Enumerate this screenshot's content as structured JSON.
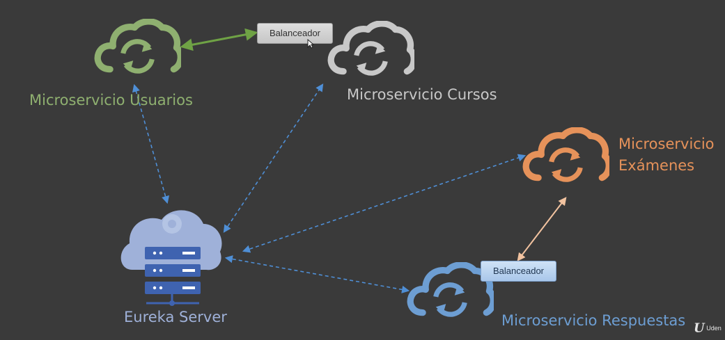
{
  "colors": {
    "background": "#3a3a3a",
    "usuarios": "#8fb070",
    "cursos": "#c8c8c8",
    "examenes": "#e6925a",
    "respuestas": "#6d9ed3",
    "eureka": "#9fb1d9",
    "eureka_server_rack": "#3f63b0",
    "dashed_link": "#4f8fd6",
    "link_usuarios_cursos": "#6fa245",
    "link_examenes_respuestas": "#f2c3a0"
  },
  "nodes": {
    "usuarios": {
      "label": "Microservicio Usuarios",
      "icon": "cloud-sync-icon"
    },
    "cursos": {
      "label": "Microservicio Cursos",
      "icon": "cloud-sync-icon"
    },
    "examenes": {
      "label": "Microservicio\nExámenes",
      "icon": "cloud-sync-icon"
    },
    "respuestas": {
      "label": "Microservicio Respuestas",
      "icon": "cloud-sync-icon"
    },
    "eureka": {
      "label": "Eureka Server",
      "icon": "cloud-server-icon"
    }
  },
  "balancers": {
    "top": {
      "label": "Balanceador"
    },
    "bottom": {
      "label": "Balanceador"
    }
  },
  "watermark": {
    "logo": "U",
    "text": "Uden"
  }
}
